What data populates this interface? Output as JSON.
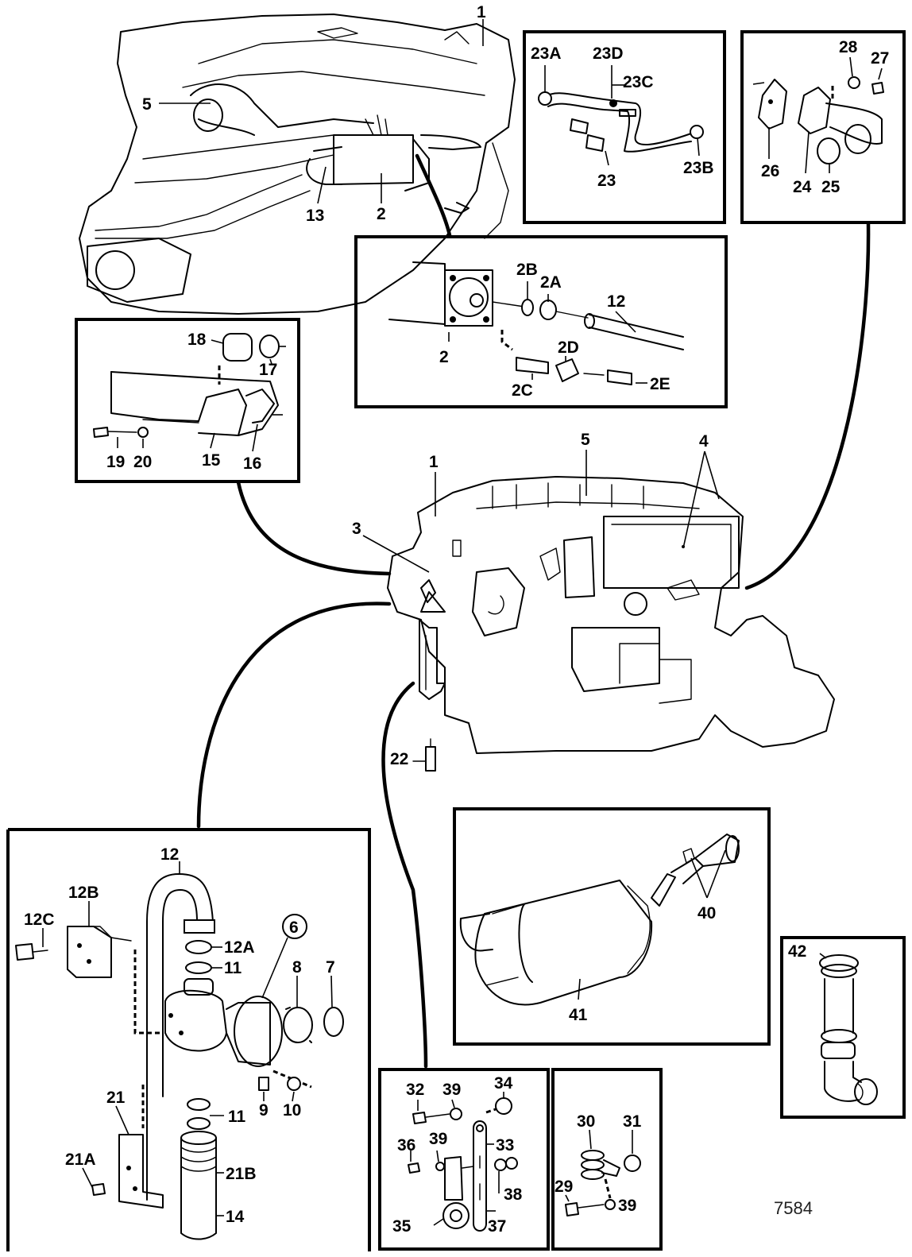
{
  "labels": {
    "l1a": "1",
    "l5a": "5",
    "l13": "13",
    "l2a": "2",
    "l23A": "23A",
    "l23D": "23D",
    "l23C": "23C",
    "l23": "23",
    "l23B": "23B",
    "l28": "28",
    "l27": "27",
    "l26": "26",
    "l24": "24",
    "l25": "25",
    "l2B": "2B",
    "l2A": "2A",
    "l12a": "12",
    "l2b": "2",
    "l2D": "2D",
    "l2C": "2C",
    "l2E": "2E",
    "l18": "18",
    "l17": "17",
    "l19": "19",
    "l20": "20",
    "l15": "15",
    "l16": "16",
    "l1b": "1",
    "l5b": "5",
    "l4": "4",
    "l3": "3",
    "l22": "22",
    "l12b": "12",
    "l12B": "12B",
    "l12C": "12C",
    "l12A": "12A",
    "l6": "6",
    "l8": "8",
    "l7": "7",
    "l11a": "11",
    "l11b": "11",
    "l9": "9",
    "l10": "10",
    "l21": "21",
    "l21A": "21A",
    "l21B": "21B",
    "l14": "14",
    "l40": "40",
    "l41": "41",
    "l42": "42",
    "l32": "32",
    "l39a": "39",
    "l34": "34",
    "l33": "33",
    "l36": "36",
    "l39b": "39",
    "l38": "38",
    "l35": "35",
    "l37": "37",
    "l30": "30",
    "l31": "31",
    "l29": "29",
    "l39c": "39"
  },
  "figure_number": "7584"
}
